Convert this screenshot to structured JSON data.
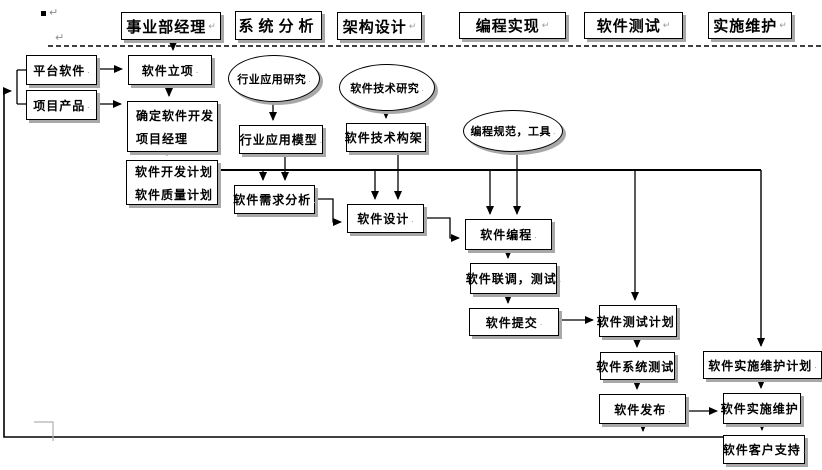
{
  "page": {
    "bullet_mark": "▪",
    "pilcrow_top": "↵",
    "pilcrow_second": "↵",
    "node_mark": "."
  },
  "colors": {
    "line": "#000000",
    "box_border": "#000000",
    "box_background": "#ffffff",
    "shadow": "#a8a8a8",
    "editing_mark_gray": "#8f8f8f"
  },
  "headers": {
    "manager": {
      "label": "事业部经理",
      "mark": "↵"
    },
    "analysis": {
      "label": "系统分析",
      "mark": ""
    },
    "architecture": {
      "label": "架构设计",
      "mark": "↵"
    },
    "coding": {
      "label": "编程实现",
      "mark": "↵"
    },
    "testing": {
      "label": "软件测试",
      "mark": "↵"
    },
    "maintenance": {
      "label": "实施维护",
      "mark": "↵"
    }
  },
  "sources": {
    "platform": {
      "label": "平台软件"
    },
    "product": {
      "label": "项目产品"
    }
  },
  "research": {
    "domain": {
      "label": "行业应用研究"
    },
    "technology": {
      "label": "软件技术研究"
    },
    "standards": {
      "label": "编程规范，工具"
    }
  },
  "nodes": {
    "initiation": {
      "label": "软件立项"
    },
    "assign_pm": {
      "line1": "确定软件开发",
      "line2": "项目经理"
    },
    "plans": {
      "line1": "软件开发计划",
      "line2": "软件质量计划"
    },
    "domain_model": {
      "label": "行业应用模型"
    },
    "tech_arch": {
      "label": "软件技术构架"
    },
    "requirements": {
      "label": "软件需求分析"
    },
    "design": {
      "label": "软件设计"
    },
    "programming": {
      "label": "软件编程"
    },
    "integration": {
      "label": "软件联调，测试"
    },
    "submission": {
      "label": "软件提交"
    },
    "test_plan": {
      "label": "软件测试计划"
    },
    "system_test": {
      "label": "软件系统测试"
    },
    "release": {
      "label": "软件发布"
    },
    "impl_plan": {
      "label": "软件实施维护计划"
    },
    "impl_maintain": {
      "label": "软件实施维护"
    },
    "support": {
      "label": "软件客户支持"
    }
  },
  "edges": [
    {
      "from": "事业部经理",
      "to": "软件立项"
    },
    {
      "from": "平台软件",
      "to": "软件立项"
    },
    {
      "from": "项目产品",
      "to": "确定软件开发项目经理"
    },
    {
      "from": "软件立项",
      "to": "确定软件开发项目经理"
    },
    {
      "from": "确定软件开发项目经理",
      "to": "软件开发计划/软件质量计划"
    },
    {
      "from": "软件开发计划/软件质量计划",
      "to": "软件需求分析"
    },
    {
      "from": "软件开发计划/软件质量计划",
      "to": "软件设计"
    },
    {
      "from": "软件开发计划/软件质量计划",
      "to": "软件编程"
    },
    {
      "from": "软件开发计划/软件质量计划",
      "to": "软件测试计划"
    },
    {
      "from": "软件开发计划/软件质量计划",
      "to": "软件实施维护计划"
    },
    {
      "from": "行业应用研究",
      "to": "行业应用模型"
    },
    {
      "from": "软件技术研究",
      "to": "软件技术构架"
    },
    {
      "from": "行业应用模型",
      "to": "软件需求分析"
    },
    {
      "from": "软件技术构架",
      "to": "软件设计"
    },
    {
      "from": "编程规范，工具",
      "to": "软件编程"
    },
    {
      "from": "软件需求分析",
      "to": "软件设计"
    },
    {
      "from": "软件设计",
      "to": "软件编程"
    },
    {
      "from": "软件编程",
      "to": "软件联调，测试"
    },
    {
      "from": "软件联调，测试",
      "to": "软件提交"
    },
    {
      "from": "软件提交",
      "to": "软件测试计划"
    },
    {
      "from": "软件测试计划",
      "to": "软件系统测试"
    },
    {
      "from": "软件系统测试",
      "to": "软件发布"
    },
    {
      "from": "软件实施维护计划",
      "to": "软件实施维护"
    },
    {
      "from": "软件发布",
      "to": "软件实施维护"
    },
    {
      "from": "软件实施维护",
      "to": "软件客户支持"
    },
    {
      "from": "软件发布",
      "to": "平台软件/项目产品 (反馈)"
    }
  ]
}
